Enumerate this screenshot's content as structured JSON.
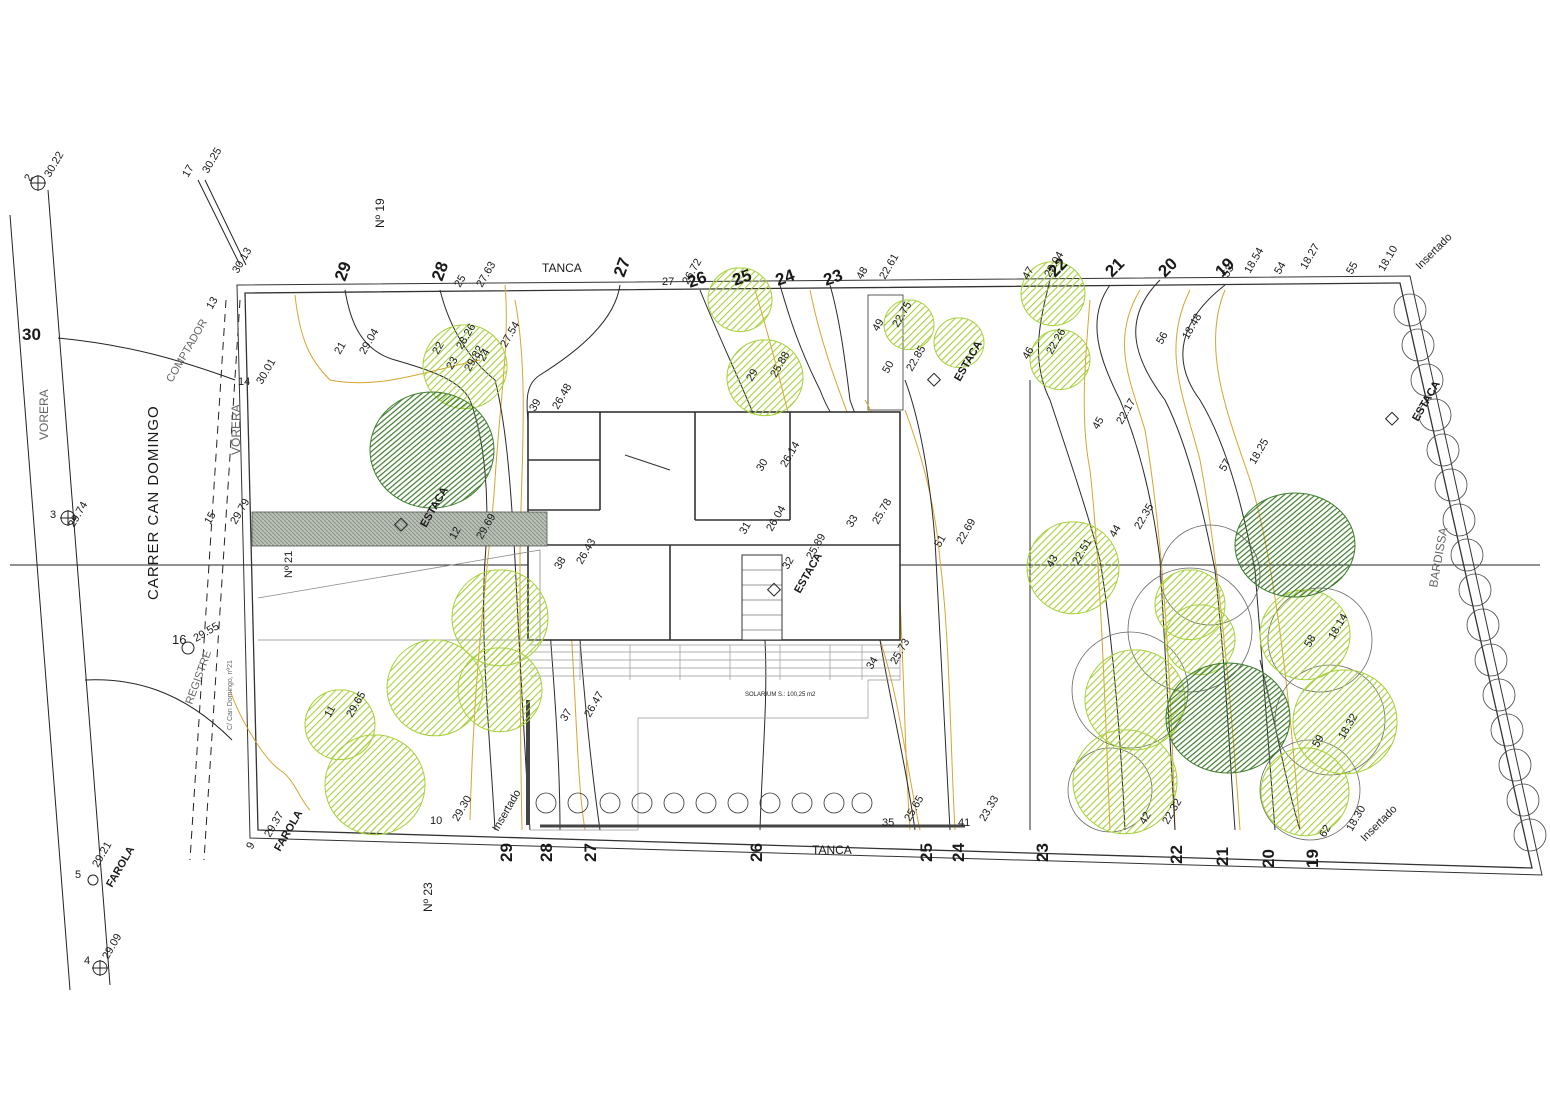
{
  "colors": {
    "contour_major": "#2a2a2a",
    "contour_minor": "#d6a531",
    "tree_light": "#a6d13a",
    "tree_dark": "#3e7d2c",
    "walls": "#333333"
  },
  "labels": {
    "street_name": "CARRER CAN DOMINGO",
    "vorera_left": "VORERA",
    "vorera_right": "VORERA",
    "tanca_top": "TANCA",
    "tanca_bottom": "TANCA",
    "bardissa": "BARDISSA",
    "comptador": "COMPTADOR",
    "n19": "Nº 19",
    "n21": "Nº 21",
    "n23": "Nº 23",
    "registre": "REGISTRE",
    "address_small": "C/ Can Domingo, nº21"
  },
  "markers": {
    "estaca_1": "ESTACA",
    "estaca_2": "ESTACA",
    "estaca_3": "ESTACA",
    "estaca_4": "ESTACA",
    "farola_1": "FAROLA",
    "farola_2": "FAROLA",
    "insertado_1": "Insertado",
    "insertado_2": "Insertado",
    "insertado_3": "Insertado"
  },
  "contour_labels_top": [
    "29",
    "28",
    "27",
    "26",
    "25",
    "24",
    "23",
    "22",
    "21",
    "20",
    "19"
  ],
  "contour_labels_bottom": [
    "29",
    "28",
    "27",
    "26",
    "25",
    "24",
    "23",
    "22",
    "21",
    "20",
    "19"
  ],
  "contour_left": "30",
  "surface_label": "SOLARIUM\nS.: 100,25 m2",
  "survey_points": [
    {
      "n": "2",
      "z": "30.22"
    },
    {
      "n": "17",
      "z": "30.25"
    },
    {
      "n": "3",
      "z": "29.74"
    },
    {
      "n": "5",
      "z": "29.21"
    },
    {
      "n": "4",
      "z": "29.09"
    },
    {
      "n": "16",
      "z": "29.55"
    },
    {
      "n": "13",
      "z": "30.13"
    },
    {
      "n": "14",
      "z": "30.01"
    },
    {
      "n": "15",
      "z": "29.79"
    },
    {
      "n": "21",
      "z": "29.04"
    },
    {
      "n": "25",
      "z": "27.63"
    },
    {
      "n": "22",
      "z": "28.26"
    },
    {
      "n": "23",
      "z": "29.82"
    },
    {
      "n": "24",
      "z": "27.54"
    },
    {
      "n": "12",
      "z": "29.69"
    },
    {
      "n": "39",
      "z": "26.48"
    },
    {
      "n": "38",
      "z": "26.43"
    },
    {
      "n": "37",
      "z": "26.47"
    },
    {
      "n": "11",
      "z": "29.65"
    },
    {
      "n": "10",
      "z": "29.30"
    },
    {
      "n": "9",
      "z": "29.37"
    },
    {
      "n": "27",
      "z": "26.72"
    },
    {
      "n": "48",
      "z": "22.61"
    },
    {
      "n": "49",
      "z": "22.75"
    },
    {
      "n": "50",
      "z": "22.85"
    },
    {
      "n": "29",
      "z": "25.88"
    },
    {
      "n": "30",
      "z": "26.14"
    },
    {
      "n": "31",
      "z": "26.04"
    },
    {
      "n": "32",
      "z": "25.89"
    },
    {
      "n": "33",
      "z": "25.78"
    },
    {
      "n": "34",
      "z": "25.73"
    },
    {
      "n": "35",
      "z": "25.65"
    },
    {
      "n": "41",
      "z": "23.33"
    },
    {
      "n": "51",
      "z": "22.69"
    },
    {
      "n": "47",
      "z": "22.04"
    },
    {
      "n": "46",
      "z": "22.26"
    },
    {
      "n": "45",
      "z": "22.17"
    },
    {
      "n": "44",
      "z": "22.35"
    },
    {
      "n": "43",
      "z": "22.51"
    },
    {
      "n": "42",
      "z": "22.32"
    },
    {
      "n": "53",
      "z": "18.54"
    },
    {
      "n": "54",
      "z": "18.27"
    },
    {
      "n": "55",
      "z": "18.10"
    },
    {
      "n": "56",
      "z": "18.48"
    },
    {
      "n": "57",
      "z": "18.25"
    },
    {
      "n": "58",
      "z": "18.14"
    },
    {
      "n": "59",
      "z": "18.32"
    },
    {
      "n": "62",
      "z": "18.30"
    }
  ]
}
